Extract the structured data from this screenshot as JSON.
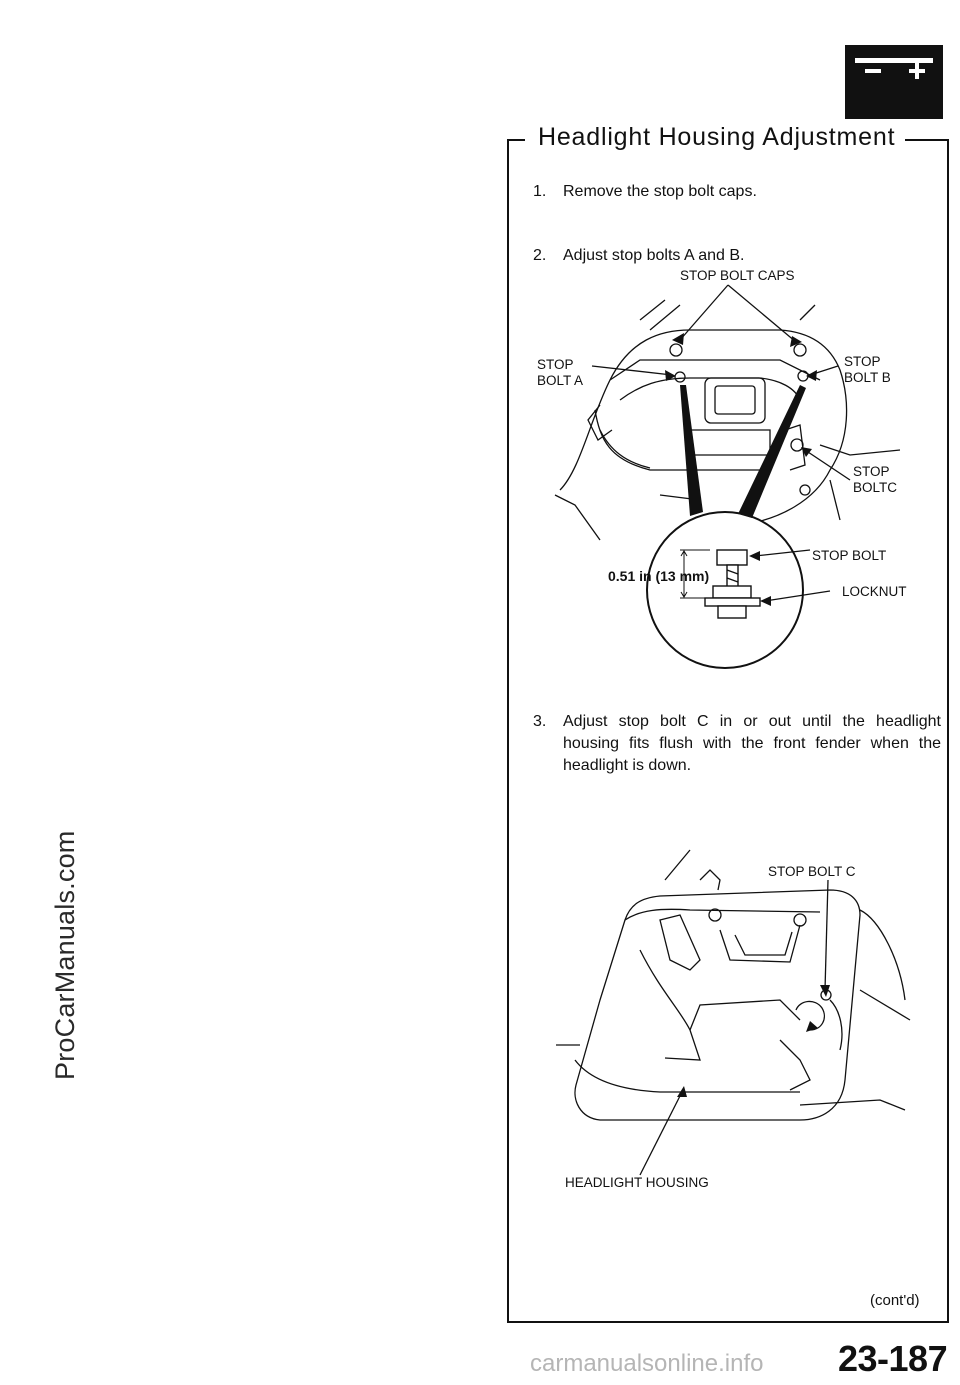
{
  "watermark_side": "ProCarManuals.com",
  "header": {
    "icon": "battery-icon"
  },
  "section": {
    "title": "Headlight Housing Adjustment"
  },
  "steps": [
    {
      "number": "1.",
      "text": "Remove the stop bolt caps."
    },
    {
      "number": "2.",
      "text": "Adjust stop bolts A and B."
    },
    {
      "number": "3.",
      "text": "Adjust stop bolt C in or out until the headlight housing fits flush with the front fender when the headlight is down."
    }
  ],
  "figure1": {
    "labels": {
      "stop_bolt_caps": "STOP BOLT CAPS",
      "stop_bolt_a": [
        "STOP",
        "BOLT A"
      ],
      "stop_bolt_b": [
        "STOP",
        "BOLT B"
      ],
      "stop_bolt_c": [
        "STOP",
        "BOLTC"
      ],
      "stop_bolt": "STOP BOLT",
      "locknut": "LOCKNUT",
      "dimension": "0.51 in (13 mm)"
    }
  },
  "figure2": {
    "labels": {
      "stop_bolt_c": "STOP BOLT C",
      "headlight_housing": "HEADLIGHT HOUSING"
    }
  },
  "footer": {
    "cont": "(cont'd)",
    "page_number": "23-187",
    "watermark": "carmanualsonline.info"
  }
}
